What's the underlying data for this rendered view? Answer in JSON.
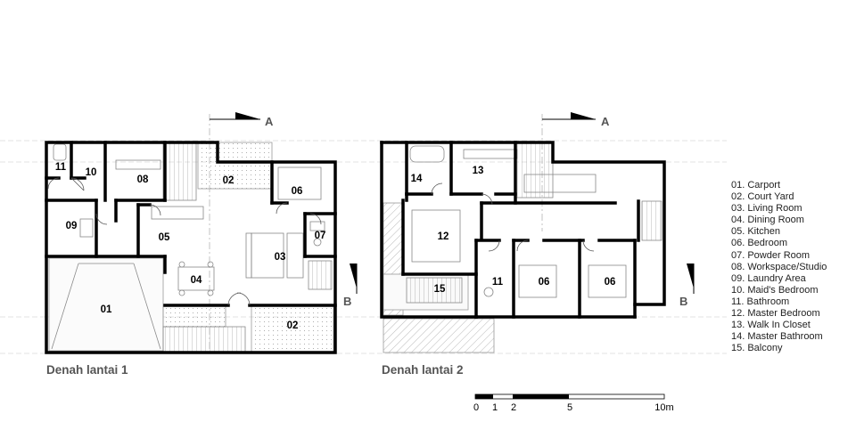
{
  "plans": {
    "floor1": {
      "title": "Denah lantai 1",
      "section_a": "A",
      "section_b": "B",
      "rooms": [
        "11",
        "10",
        "08",
        "02",
        "06",
        "09",
        "05",
        "07",
        "03",
        "04",
        "01",
        "02"
      ]
    },
    "floor2": {
      "title": "Denah lantai 2",
      "section_a": "A",
      "section_b": "B",
      "rooms": [
        "14",
        "13",
        "12",
        "15",
        "11",
        "06",
        "06"
      ]
    }
  },
  "legend": [
    "01. Carport",
    "02. Court Yard",
    "03. Living Room",
    "04. Dining Room",
    "05. Kitchen",
    "06. Bedroom",
    "07. Powder Room",
    "08. Workspace/Studio",
    "09. Laundry Area",
    "10. Maid's Bedroom",
    "11. Bathroom",
    "12. Master Bedroom",
    "13. Walk In Closet",
    "14. Master Bathroom",
    "15. Balcony"
  ],
  "scale_bar": {
    "labels": [
      "0",
      "1",
      "2",
      "5",
      "10m"
    ]
  }
}
